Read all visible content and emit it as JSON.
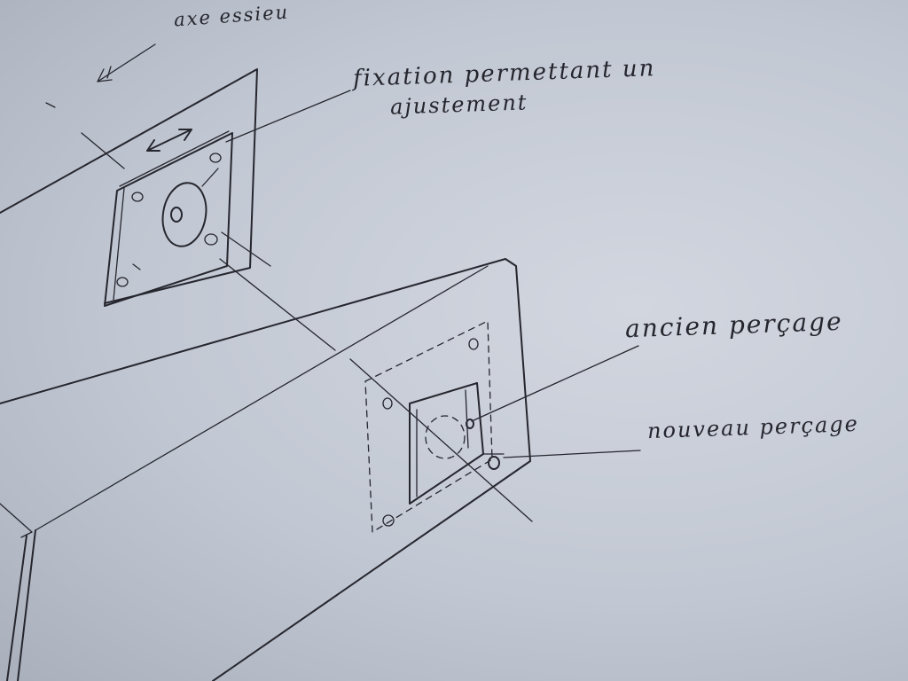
{
  "labels": {
    "axle_axis": "axe essieu",
    "fixation_line1": "fixation permettant un",
    "fixation_line2": "ajustement",
    "old_drilling": "ancien perçage",
    "new_drilling": "nouveau perçage"
  },
  "colors": {
    "paper": "#c8cdd7",
    "ink": "#26262e"
  }
}
